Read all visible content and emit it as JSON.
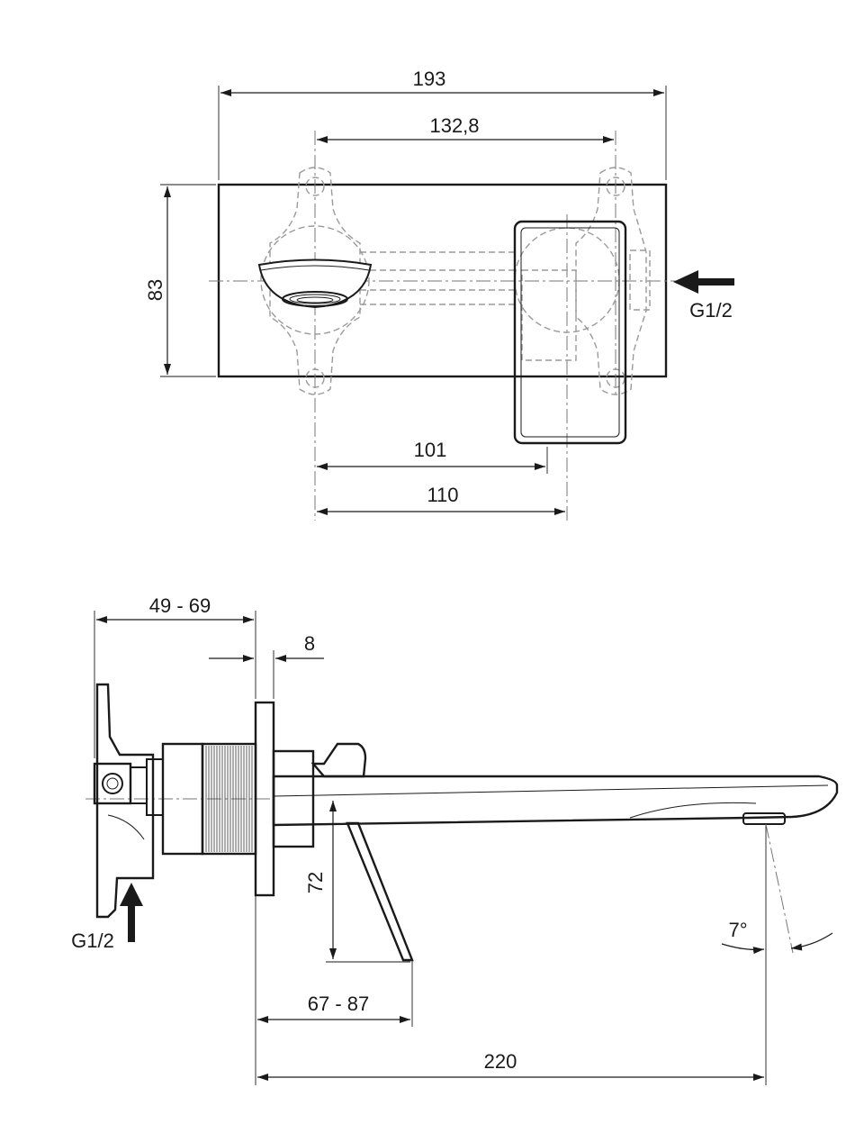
{
  "front_view": {
    "dim_overall_width": "193",
    "dim_hole_spacing": "132,8",
    "dim_height": "83",
    "dim_spout_to_handle": "101",
    "dim_spout_to_handle_axis": "110",
    "inlet_label": "G1/2"
  },
  "side_view": {
    "dim_wall_depth": "49 - 69",
    "dim_plate_thickness": "8",
    "dim_lever_height": "72",
    "dim_lever_reach": "67 - 87",
    "dim_spout_projection": "220",
    "dim_spout_angle": "7°",
    "inlet_label": "G1/2"
  }
}
